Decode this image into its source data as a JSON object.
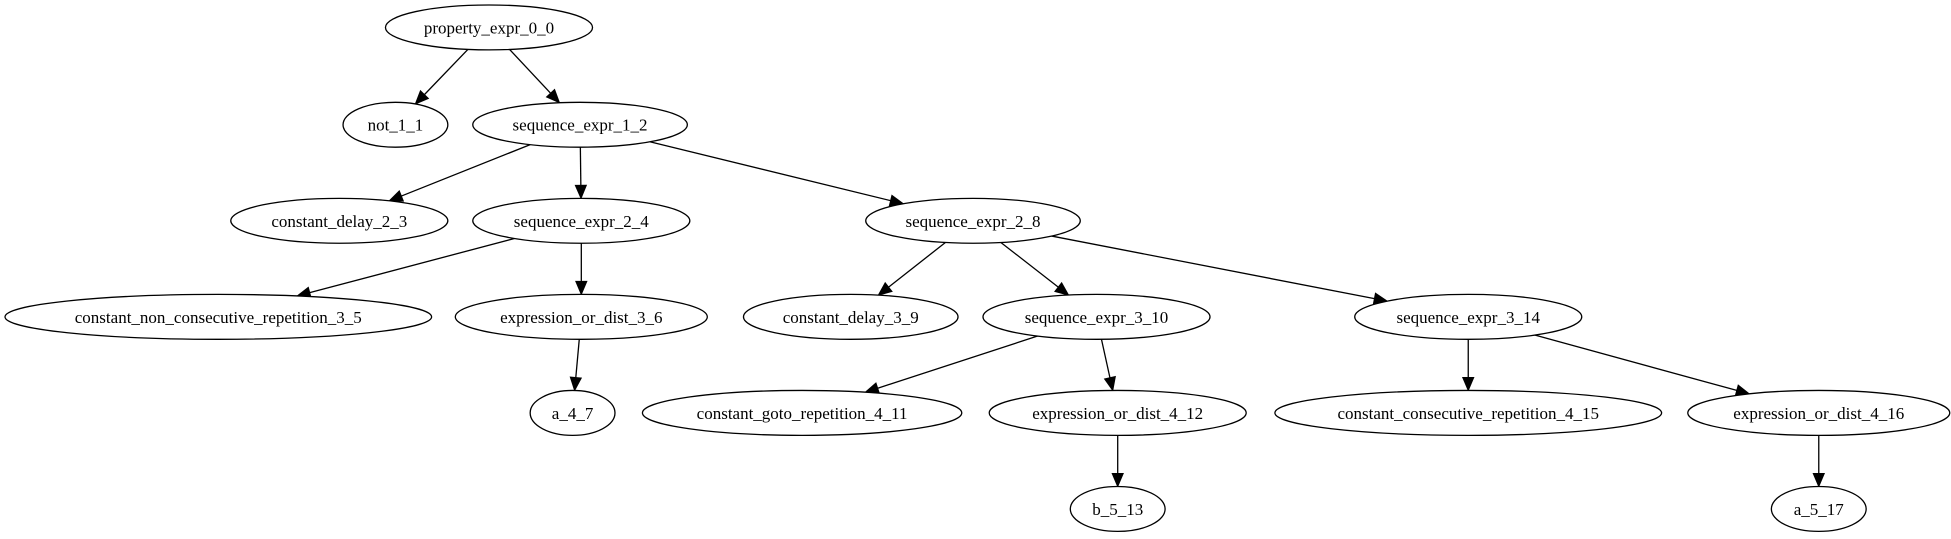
{
  "graph": {
    "nodes": [
      {
        "id": "n0",
        "label": "property_expr_0_0"
      },
      {
        "id": "n1",
        "label": "not_1_1"
      },
      {
        "id": "n2",
        "label": "sequence_expr_1_2"
      },
      {
        "id": "n3",
        "label": "constant_delay_2_3"
      },
      {
        "id": "n4",
        "label": "sequence_expr_2_4"
      },
      {
        "id": "n5",
        "label": "constant_non_consecutive_repetition_3_5"
      },
      {
        "id": "n6",
        "label": "expression_or_dist_3_6"
      },
      {
        "id": "n7",
        "label": "a_4_7"
      },
      {
        "id": "n8",
        "label": "sequence_expr_2_8"
      },
      {
        "id": "n9",
        "label": "constant_delay_3_9"
      },
      {
        "id": "n10",
        "label": "sequence_expr_3_10"
      },
      {
        "id": "n11",
        "label": "constant_goto_repetition_4_11"
      },
      {
        "id": "n12",
        "label": "expression_or_dist_4_12"
      },
      {
        "id": "n13",
        "label": "b_5_13"
      },
      {
        "id": "n14",
        "label": "sequence_expr_3_14"
      },
      {
        "id": "n15",
        "label": "constant_consecutive_repetition_4_15"
      },
      {
        "id": "n16",
        "label": "expression_or_dist_4_16"
      },
      {
        "id": "n17",
        "label": "a_5_17"
      }
    ],
    "edges": [
      {
        "from": "n0",
        "to": "n1"
      },
      {
        "from": "n0",
        "to": "n2"
      },
      {
        "from": "n2",
        "to": "n3"
      },
      {
        "from": "n2",
        "to": "n4"
      },
      {
        "from": "n2",
        "to": "n8"
      },
      {
        "from": "n4",
        "to": "n5"
      },
      {
        "from": "n4",
        "to": "n6"
      },
      {
        "from": "n6",
        "to": "n7"
      },
      {
        "from": "n8",
        "to": "n9"
      },
      {
        "from": "n8",
        "to": "n10"
      },
      {
        "from": "n8",
        "to": "n14"
      },
      {
        "from": "n10",
        "to": "n11"
      },
      {
        "from": "n10",
        "to": "n12"
      },
      {
        "from": "n12",
        "to": "n13"
      },
      {
        "from": "n14",
        "to": "n15"
      },
      {
        "from": "n14",
        "to": "n16"
      },
      {
        "from": "n16",
        "to": "n17"
      }
    ]
  }
}
